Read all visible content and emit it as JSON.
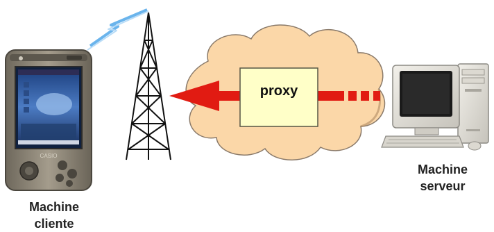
{
  "client": {
    "label_line1": "Machine",
    "label_line2": "cliente",
    "brand": "CASIO"
  },
  "proxy": {
    "label": "proxy"
  },
  "server": {
    "label_line1": "Machine",
    "label_line2": "serveur"
  },
  "colors": {
    "cloud_fill": "#fbd7a8",
    "cloud_stroke": "#8a7a6a",
    "proxy_fill": "#ffffc8",
    "arrow_red": "#e11b12",
    "wireless_blue": "#6ab4ec",
    "tower": "#111111",
    "pda_body": "#8d8678",
    "screen_blue": "#2f5fa8"
  },
  "icons": [
    "pda-icon",
    "wireless-signal-icon",
    "antenna-tower-icon",
    "cloud-icon",
    "desktop-computer-icon"
  ]
}
